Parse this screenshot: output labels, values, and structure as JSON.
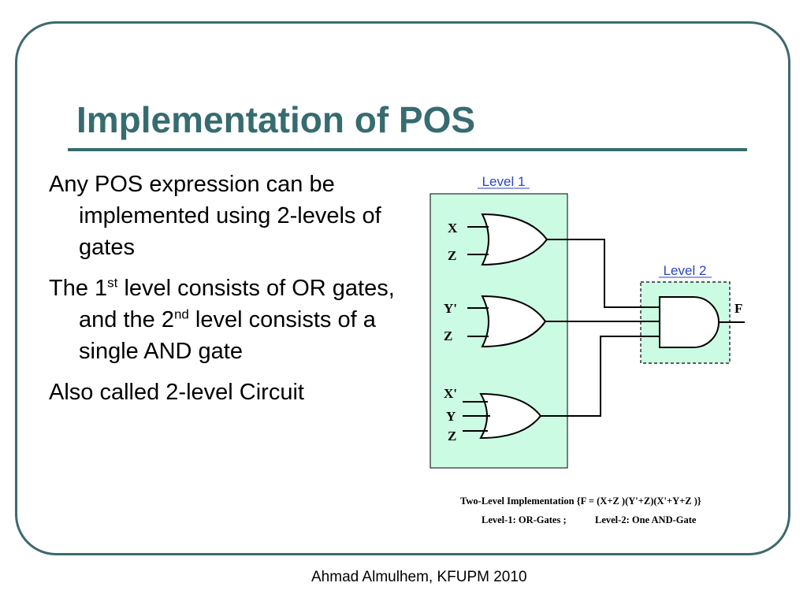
{
  "slide": {
    "title": "Implementation of POS",
    "footer": "Ahmad Almulhem, KFUPM 2010"
  },
  "bullets": [
    {
      "parts": [
        {
          "text": "Any POS expression can be implemented using 2-levels of gates"
        }
      ]
    },
    {
      "parts": [
        {
          "text": "The 1"
        },
        {
          "sup": "st"
        },
        {
          "text": " level consists of OR gates, and the 2"
        },
        {
          "sup": "nd"
        },
        {
          "text": " level consists of a single AND gate"
        }
      ]
    },
    {
      "parts": [
        {
          "text": "Also called 2-level Circuit"
        }
      ]
    }
  ],
  "diagram": {
    "level1_label": "Level 1",
    "level2_label": "Level 2",
    "gate_inputs": [
      [
        "X",
        "Z"
      ],
      [
        "Y'",
        "Z"
      ],
      [
        "X'",
        "Y",
        "Z"
      ]
    ],
    "output_label": "F",
    "caption_line1": "Two-Level Implementation {F = (X+Z )(Y'+Z)(X'+Y+Z )}",
    "caption_line2_left": "Level-1: OR-Gates   ;",
    "caption_line2_right": "Level-2: One AND-Gate",
    "colors": {
      "level1_fill": "#ccfbe4",
      "level2_fill": "#ccfbe4",
      "label_color": "#2a45c7",
      "wire": "#000000"
    }
  }
}
